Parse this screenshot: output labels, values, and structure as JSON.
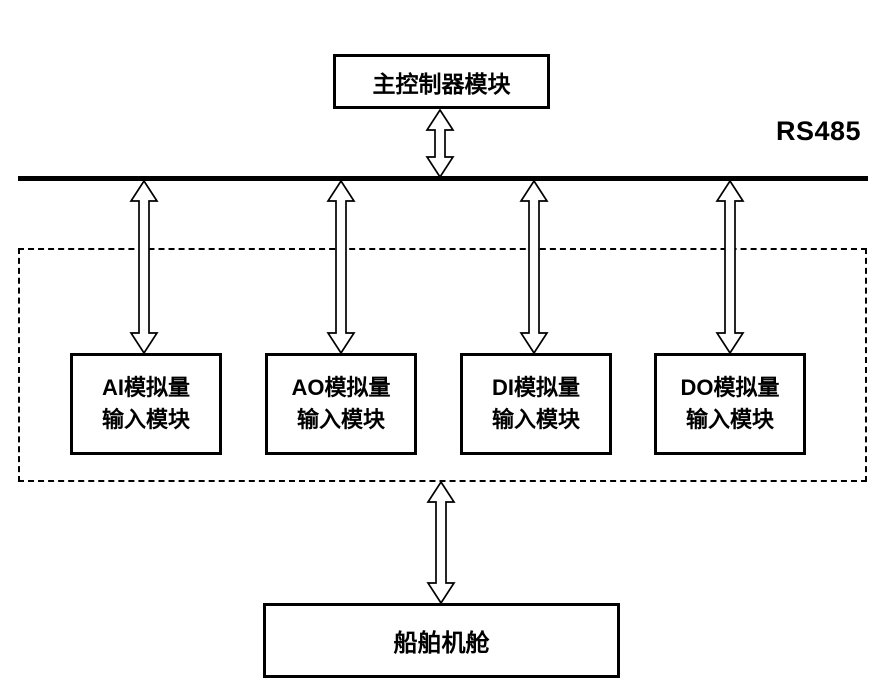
{
  "diagram": {
    "bus_label": "RS485",
    "main_controller": {
      "label": "主控制器模块"
    },
    "io_modules": [
      {
        "label": "AI模拟量\n输入模块"
      },
      {
        "label": "AO模拟量\n输入模块"
      },
      {
        "label": "DI模拟量\n输入模块"
      },
      {
        "label": "DO模拟量\n输入模块"
      }
    ],
    "bottom_box": {
      "label": "船舶机舱"
    }
  },
  "colors": {
    "line": "#000000",
    "background": "#ffffff"
  }
}
